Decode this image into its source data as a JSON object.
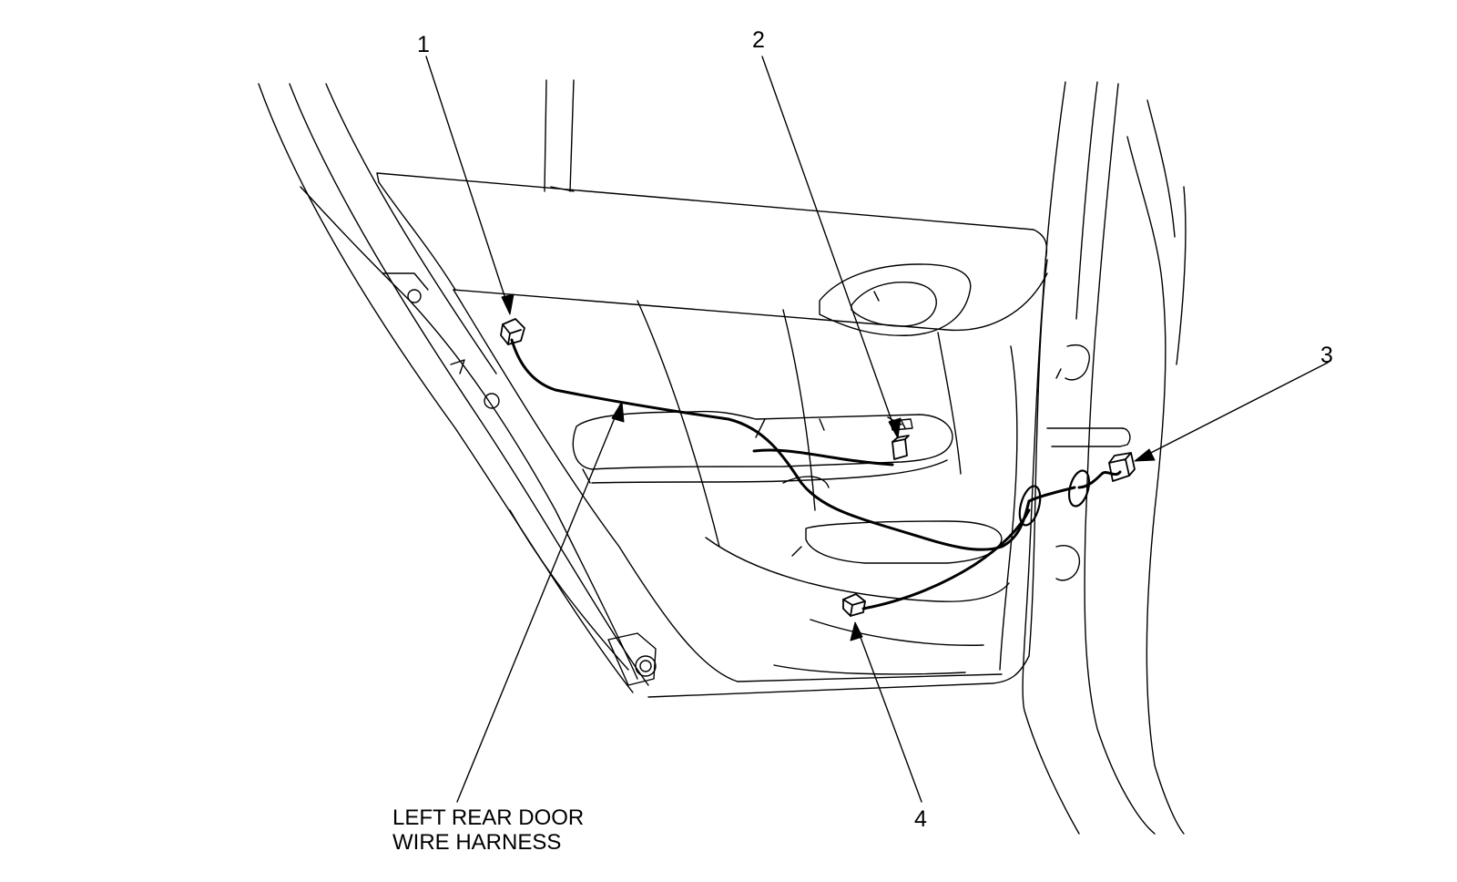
{
  "diagram": {
    "callouts": [
      {
        "id": "1",
        "text": "1"
      },
      {
        "id": "2",
        "text": "2"
      },
      {
        "id": "3",
        "text": "3"
      },
      {
        "id": "4",
        "text": "4"
      }
    ],
    "harness_label": {
      "line1": "LEFT REAR DOOR",
      "line2": "WIRE HARNESS"
    },
    "colors": {
      "line": "#000000",
      "background": "#ffffff"
    }
  }
}
